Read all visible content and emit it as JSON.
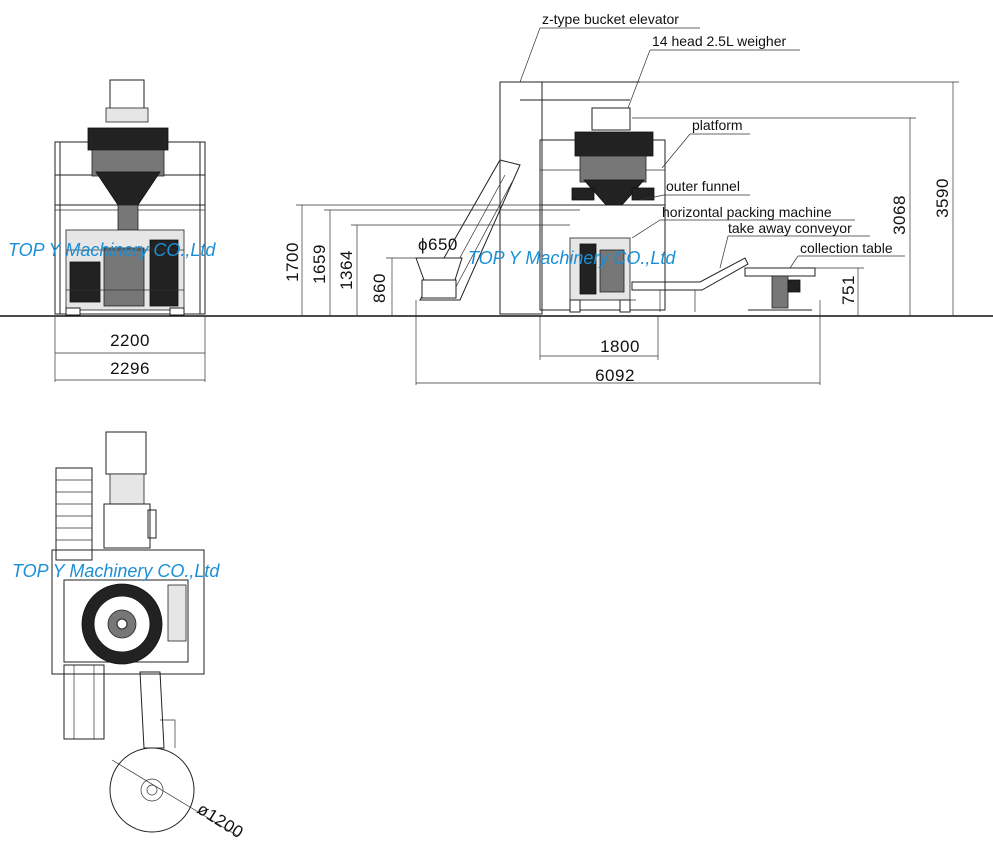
{
  "labels": {
    "elevator": "z-type bucket elevator",
    "weigher": "14 head 2.5L weigher",
    "platform": "platform",
    "funnel": "outer funnel",
    "packer": "horizontal packing machine",
    "conveyor": "take away conveyor",
    "table": "collection table"
  },
  "dimensions": {
    "d2200": "2200",
    "d2296": "2296",
    "d1800": "1800",
    "d6092": "6092",
    "d1700": "1700",
    "d1659": "1659",
    "d1364": "1364",
    "d860": "860",
    "d650": "ϕ650",
    "d3068": "3068",
    "d3590": "3590",
    "d751": "751",
    "d1200": "ø1200"
  },
  "watermark": "TOP Y Machinery CO.,Ltd",
  "colors": {
    "watermark": "#1a8fd6",
    "line": "#222222"
  }
}
